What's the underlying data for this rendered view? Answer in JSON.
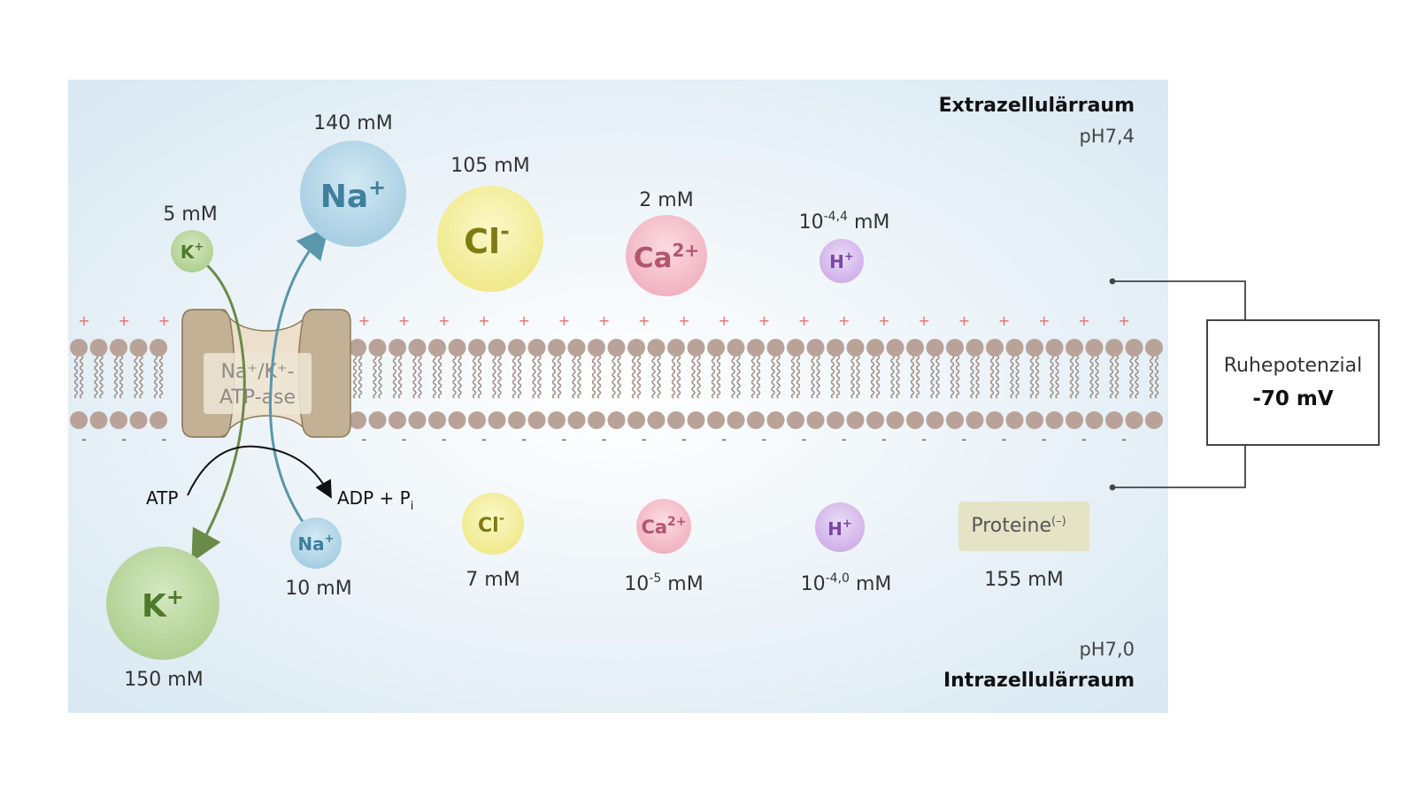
{
  "regions": {
    "extra": {
      "name": "Extrazellulärraum",
      "ph": "pH7,4"
    },
    "intra": {
      "name": "Intrazellulärraum",
      "ph": "pH7,0"
    }
  },
  "pump": {
    "label_line1": "Na⁺/K⁺-",
    "label_line2": "ATP-ase",
    "atp": "ATP",
    "adp": "ADP + P",
    "adp_sub": "i"
  },
  "potential": {
    "label": "Ruhepotenzial",
    "value": "-70 mV"
  },
  "membrane": {
    "outer_charge": "+",
    "inner_charge": "-"
  },
  "ions_extra": {
    "k": {
      "symbol": "K",
      "charge": "+",
      "conc": "5 mM"
    },
    "na": {
      "symbol": "Na",
      "charge": "+",
      "conc": "140 mM"
    },
    "cl": {
      "symbol": "Cl",
      "charge": "-",
      "conc": "105 mM"
    },
    "ca": {
      "symbol": "Ca",
      "charge": "2+",
      "conc": "2 mM"
    },
    "h": {
      "symbol": "H",
      "charge": "+",
      "conc_base": "10",
      "conc_exp": "-4,4",
      "conc_unit": " mM"
    }
  },
  "ions_intra": {
    "k": {
      "symbol": "K",
      "charge": "+",
      "conc": "150 mM"
    },
    "na": {
      "symbol": "Na",
      "charge": "+",
      "conc": "10 mM"
    },
    "cl": {
      "symbol": "Cl",
      "charge": "-",
      "conc": "7 mM"
    },
    "ca": {
      "symbol": "Ca",
      "charge": "2+",
      "conc_base": "10",
      "conc_exp": "-5",
      "conc_unit": " mM"
    },
    "h": {
      "symbol": "H",
      "charge": "+",
      "conc_base": "10",
      "conc_exp": "-4,0",
      "conc_unit": " mM"
    },
    "proteine": {
      "label": "Proteine",
      "charge": "(–)",
      "conc": "155 mM"
    }
  },
  "colors": {
    "background_panel": "#eef5fa",
    "lipid_head": "#b9a398",
    "lipid_tail": "#9c8a82",
    "pump_body": "#c2b195",
    "plus": "#e4706e",
    "k_fill": "#b7d89a",
    "k_text": "#4f7a2b",
    "k_arrow": "#6a8a48",
    "na_fill": "#aed3e6",
    "na_text": "#3f7f9c",
    "na_arrow": "#5a97ad",
    "cl_fill": "#f3ee9c",
    "cl_text": "#7f7a12",
    "ca_fill": "#f4bfc9",
    "ca_text": "#b3566c",
    "h_fill": "#d5b9ec",
    "h_text": "#7b45a8",
    "proteine_fill": "#e5e3c6"
  }
}
